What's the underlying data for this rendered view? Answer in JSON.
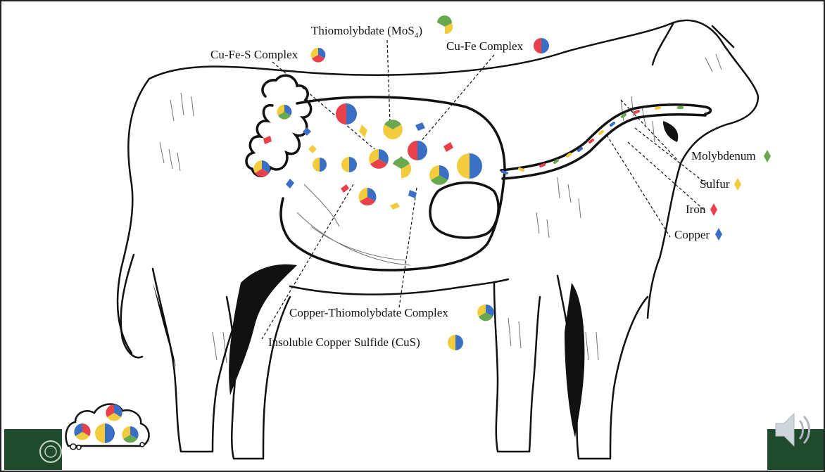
{
  "labels": {
    "thiomolybdate_prefix": "Thiomolybdate (MoS",
    "thiomolybdate_sub": "4",
    "thiomolybdate_suffix": ")",
    "cu_fe_s": "Cu-Fe-S Complex",
    "cu_fe": "Cu-Fe Complex",
    "molybdenum": "Molybdenum",
    "sulfur": "Sulfur",
    "iron": "Iron",
    "copper": "Copper",
    "cu_thiomolybdate": "Copper-Thiomolybdate Complex",
    "insoluble_cus": "Insoluble Copper Sulfide (CuS)"
  },
  "colors": {
    "molybdenum": "#6aa84f",
    "sulfur": "#f2cc3d",
    "iron": "#e8414b",
    "copper": "#3a6fc4",
    "brand_green": "#1f4a2c",
    "outline": "#111111"
  },
  "icons": {
    "logo": "university-seal-icon",
    "audio": "speaker-icon"
  }
}
